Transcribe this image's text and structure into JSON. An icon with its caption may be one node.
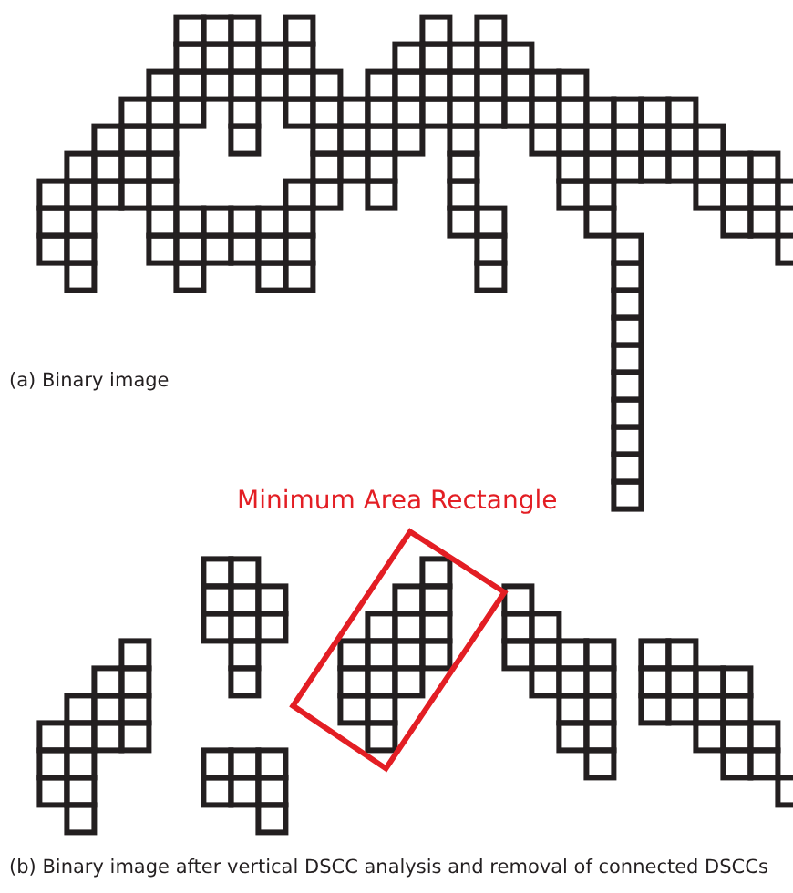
{
  "diagram": {
    "labels": [
      "(a) Binary image",
      "Minimum Area Rectangle",
      "(b) Binary image after vertical DSCC analysis and removal of connected DSCCs"
    ]
  }
}
